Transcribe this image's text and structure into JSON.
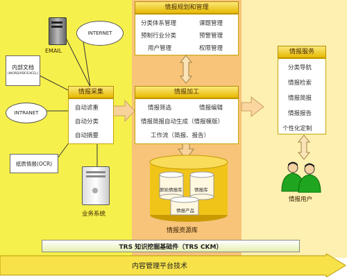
{
  "colors": {
    "left_bg": "#f6f04c",
    "mid_bg": "#f7c47a",
    "right_bg": "#fdf0b0",
    "header_grad_top": "#fbe97a",
    "header_grad_bottom": "#e6b800",
    "arrow_fill": "#f7d29a",
    "db_gold": "#f0c419",
    "user_green": "#1fa51f"
  },
  "icons": {
    "server": "server-icon",
    "user": "user-group-icon",
    "cloud": "cloud-bubble"
  },
  "sources": {
    "internet": "INTERNET",
    "email": "EMAIL",
    "internal_docs_title": "内部文档",
    "internal_docs_sub": "(WORD/PDF/EXCEL)",
    "intranet": "INTRANET",
    "paper": "纸质情报(OCR)",
    "business_system": "业务系统"
  },
  "collection": {
    "title": "情报采集",
    "items": [
      "自动滤重",
      "自动分类",
      "自动摘要"
    ]
  },
  "planning": {
    "title": "情报规划和管理",
    "items": [
      "分类体系管理",
      "课题管理",
      "预制行业分类",
      "预警管理",
      "用户管理",
      "权限管理"
    ]
  },
  "processing": {
    "title": "情报加工",
    "items": [
      "情报筛选",
      "情报编辑",
      "情报简报自动生成（情报模版）",
      "工作流（简报、报告）"
    ]
  },
  "repository": {
    "db_labels": [
      "原始情报库",
      "情报库",
      "情报产品"
    ],
    "caption": "情报资源库"
  },
  "service": {
    "title": "情报服务",
    "items": [
      "分类导航",
      "情报检索",
      "情报简报",
      "情报报告",
      "个性化定制"
    ],
    "users_label": "情报用户"
  },
  "platform": {
    "ckm": "TRS 知识挖掘基础件（TRS CKM）",
    "base": "内容管理平台技术"
  }
}
